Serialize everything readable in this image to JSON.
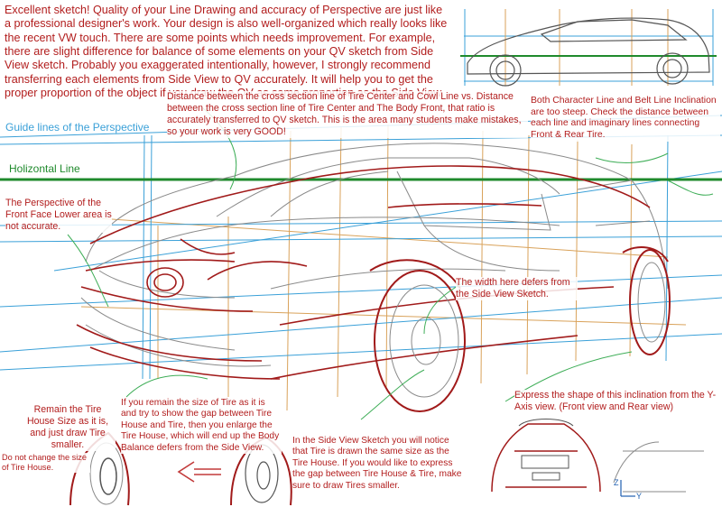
{
  "annotations": {
    "main_critique": "Excellent sketch! Quality of your Line Drawing and accuracy of Perspective are just like a professional designer's work.  Your design is also well-organized which really looks like the recent VW touch.  There are some points which needs improvement. For example, there are slight difference for balance of some elements on your QV sketch from Side View sketch. Probably you exaggerated intentionally, however, I strongly recommend transferring each elements from Side View to QV accurately. It will help you to get the proper proportion of the object if you draw the QV as same proportion as the Side View.",
    "distance_note": "Distance between the cross section line of Tire Center and Cowl Line vs. Distance between the cross section line of Tire Center and The Body Front, that ratio is accurately transferred to QV sketch. This is the area many students make mistakes, so your work is very GOOD!",
    "character_line_note": "Both Character Line and Belt Line Inclination are too steep. Check the distance between each line and imaginary lines connecting Front & Rear Tire.",
    "guide_lines_label": "Guide lines of the Perspective",
    "horizontal_line_label": "Holizontal Line",
    "front_face_note": "The Perspective of the Front Face Lower area is not accurate.",
    "width_note": "The width here defers from the Side View Sketch.",
    "inclination_note": "Express the shape of this inclination from the Y-Axis view. (Front view and Rear view)",
    "remain_tire_note": "Remain the Tire House Size as it is, and just draw Tire smaller.",
    "do_not_change_note": "Do not change the size of Tire House.",
    "if_remain_note": "If you remain the size of Tire as it is and try to show the gap between Tire House and Tire, then you enlarge the Tire House, which will end up the Body Balance defers from the Side View.",
    "side_view_note": "In the Side View Sketch you will notice that Tire is drawn the same size as the Tire House. If you would like to express the gap between Tire House & Tire, make sure to draw Tires smaller."
  },
  "axis_labels": {
    "z": "Z",
    "y": "Y"
  },
  "colors": {
    "annotation": "#b21d1d",
    "body_line": "#a11a1a",
    "sketch": "#8a8a8a",
    "guide": "#3aa0d8",
    "horizon": "#1f8a2c",
    "construction": "#d9a25a",
    "comment_stroke": "#3fae58"
  }
}
